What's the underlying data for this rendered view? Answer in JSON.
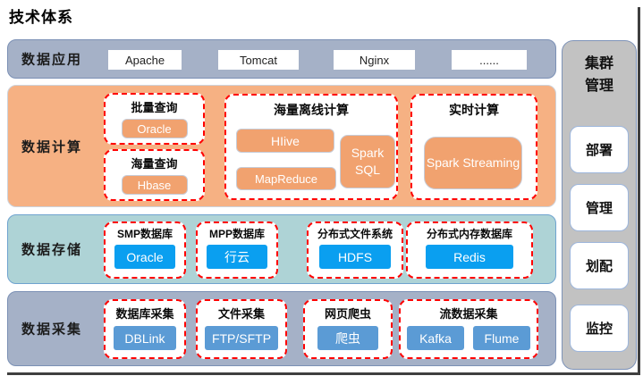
{
  "title": "技术体系",
  "colors": {
    "layer_app_bg": "#A5B1C7",
    "layer_compute_bg": "#F6B183",
    "layer_store_bg": "#AED3D6",
    "layer_collect_bg": "#A5B1C7",
    "dashed_border": "#FF0000",
    "btn_orange": "#F1A26F",
    "btn_bright_blue": "#0A9FF0",
    "btn_steel_blue": "#5B9BD5",
    "sidebar_bg": "#C2C2C2"
  },
  "layers": {
    "app": {
      "label": "数据应用",
      "items": [
        "Apache",
        "Tomcat",
        "Nginx",
        "......"
      ]
    },
    "compute": {
      "label": "数据计算",
      "groups": [
        {
          "title": "批量查询",
          "buttons": [
            "Oracle"
          ]
        },
        {
          "title": "海量查询",
          "buttons": [
            "Hbase"
          ]
        },
        {
          "title": "海量离线计算",
          "buttons": [
            "HIive",
            "MapReduce",
            "Spark SQL"
          ]
        },
        {
          "title": "实时计算",
          "buttons": [
            "Spark Streaming"
          ]
        }
      ]
    },
    "store": {
      "label": "数据存储",
      "groups": [
        {
          "title": "SMP数据库",
          "buttons": [
            "Oracle"
          ]
        },
        {
          "title": "MPP数据库",
          "buttons": [
            "行云"
          ]
        },
        {
          "title": "分布式文件系统",
          "buttons": [
            "HDFS"
          ]
        },
        {
          "title": "分布式内存数据库",
          "buttons": [
            "Redis"
          ]
        }
      ]
    },
    "collect": {
      "label": "数据采集",
      "groups": [
        {
          "title": "数据库采集",
          "buttons": [
            "DBLink"
          ]
        },
        {
          "title": "文件采集",
          "buttons": [
            "FTP/SFTP"
          ]
        },
        {
          "title": "网页爬虫",
          "buttons": [
            "爬虫"
          ]
        },
        {
          "title": "流数据采集",
          "buttons": [
            "Kafka",
            "Flume"
          ]
        }
      ]
    }
  },
  "sidebar": {
    "title": "集群管理",
    "items": [
      "部署",
      "管理",
      "划配",
      "监控"
    ]
  }
}
